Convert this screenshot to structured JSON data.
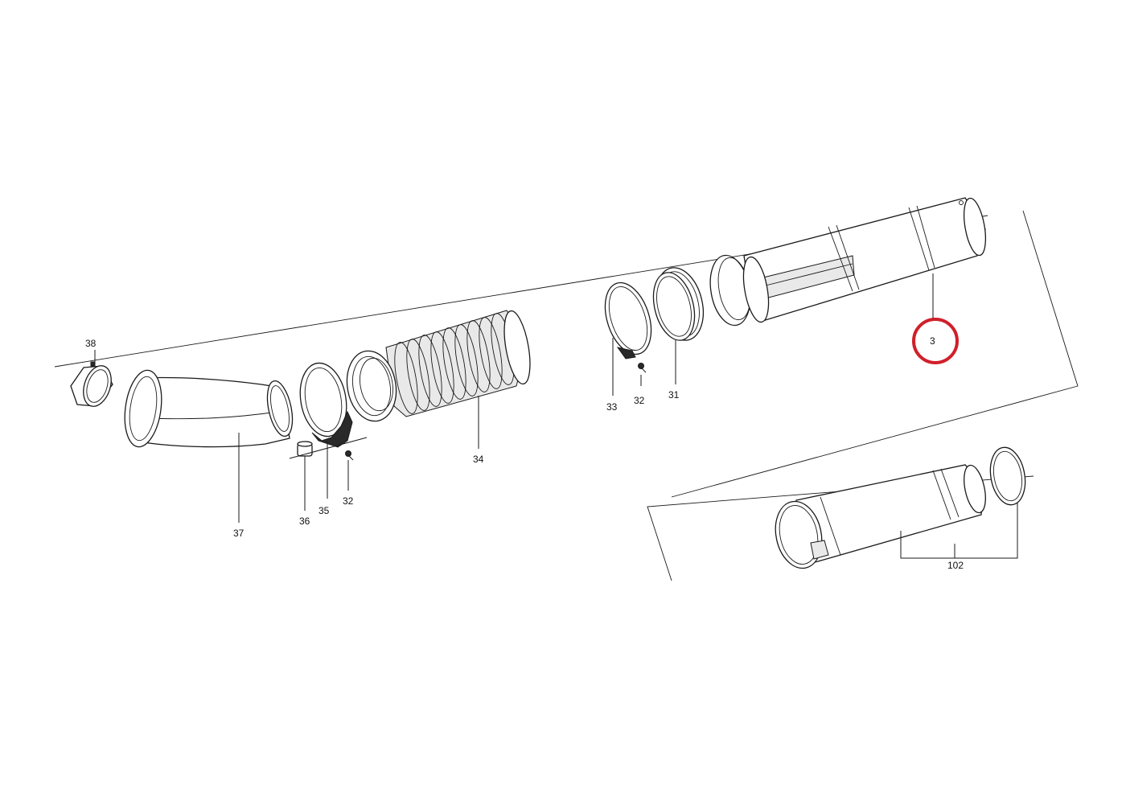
{
  "diagram": {
    "callouts": {
      "c38": "38",
      "c37": "37",
      "c36": "36",
      "c35": "35",
      "c32a": "32",
      "c34": "34",
      "c33": "33",
      "c32b": "32",
      "c31": "31",
      "c3": "3",
      "c102": "102"
    },
    "highlight_color": "#d0202a",
    "highlighted_callout": "3"
  }
}
